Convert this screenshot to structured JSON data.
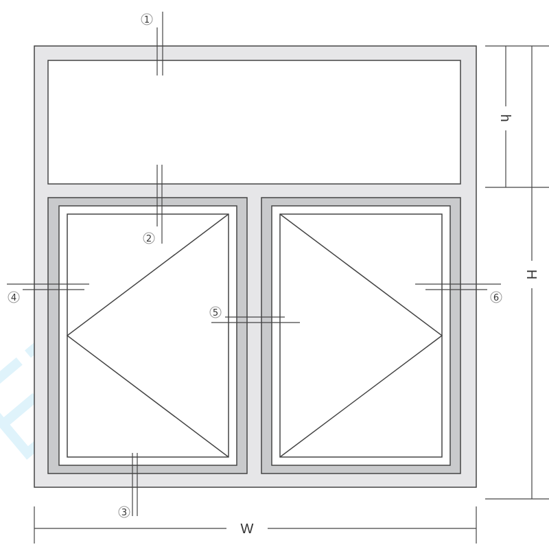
{
  "diagram": {
    "callouts": [
      "1",
      "2",
      "3",
      "4",
      "5",
      "6"
    ],
    "dimensions": {
      "width": "W",
      "height": "H",
      "transom_height": "h"
    },
    "watermark": "ETEK",
    "colors": {
      "frame": "#e6e6e8",
      "sash": "#c9cacc",
      "line": "#444444",
      "glass": "#ffffff"
    }
  }
}
